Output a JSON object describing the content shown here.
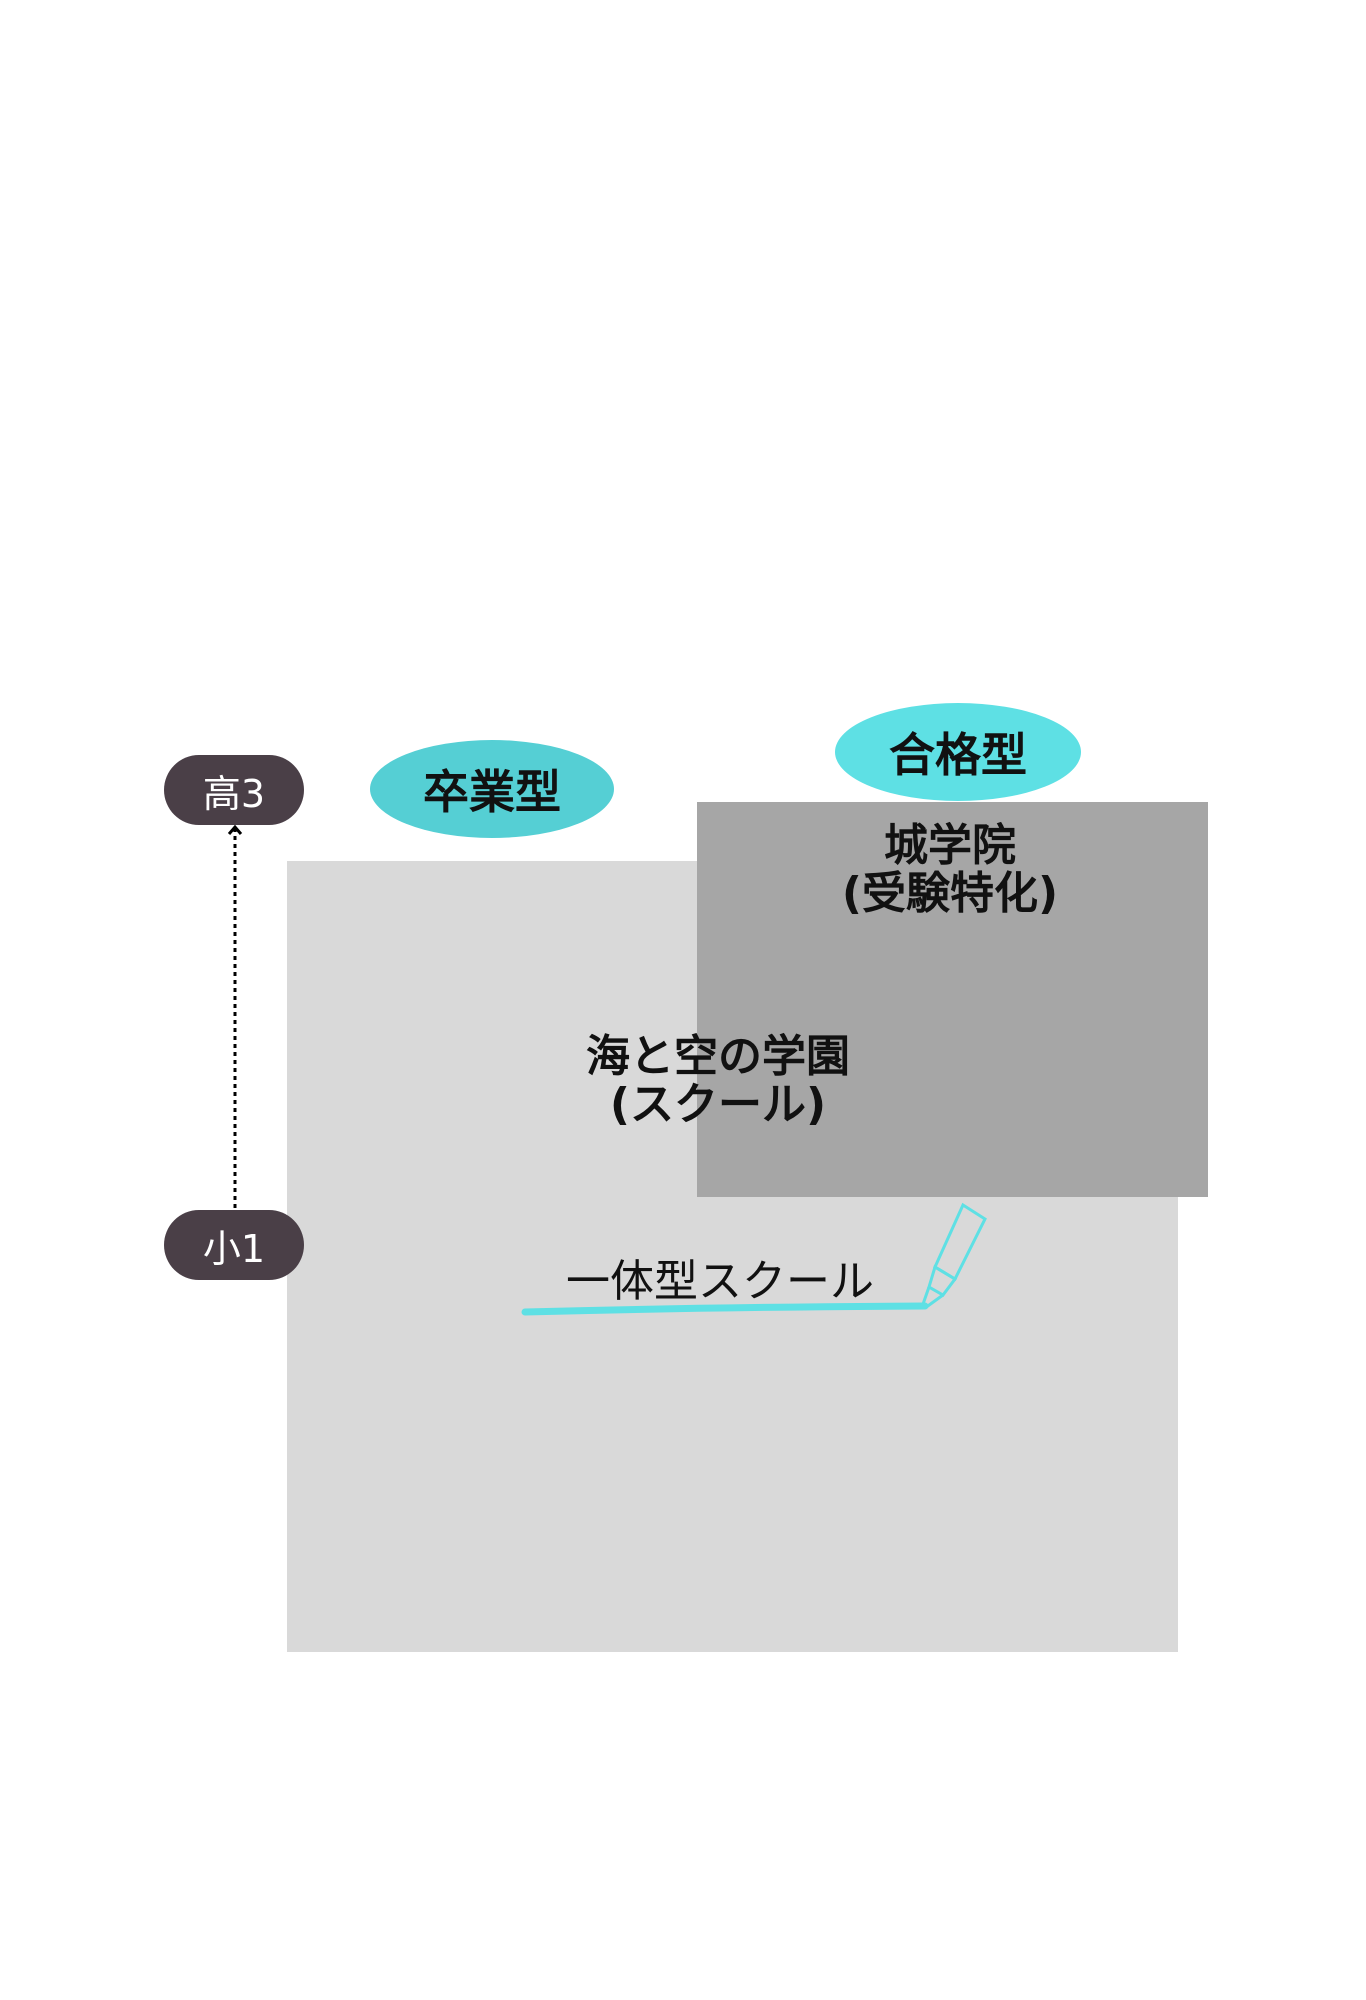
{
  "axis": {
    "top_label": "高3",
    "bottom_label": "小1"
  },
  "categories": {
    "left_badge": "卒業型",
    "right_badge": "合格型"
  },
  "boxes": {
    "large": {
      "line1": "海と空の学園",
      "line2": "(スクール)"
    },
    "small": {
      "line1": "城学院",
      "line2": "(受験特化)"
    }
  },
  "caption": "一体型スクール",
  "colors": {
    "light_box": "#d9d9d9",
    "dark_box": "#a6a6a6",
    "teal": "#55cfd4",
    "teal_bright": "#5ee0e4",
    "pill": "#4a3f47"
  }
}
